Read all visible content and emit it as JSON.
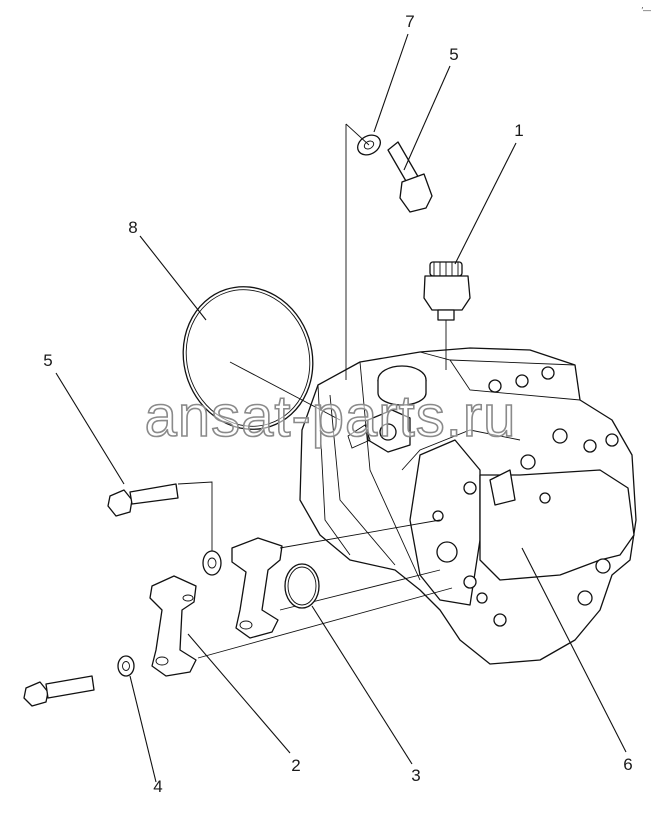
{
  "callouts": [
    {
      "id": "1",
      "label": "1"
    },
    {
      "id": "2",
      "label": "2"
    },
    {
      "id": "3",
      "label": "3"
    },
    {
      "id": "4",
      "label": "4"
    },
    {
      "id": "5a",
      "label": "5"
    },
    {
      "id": "5b",
      "label": "5"
    },
    {
      "id": "6",
      "label": "6"
    },
    {
      "id": "7",
      "label": "7"
    },
    {
      "id": "8",
      "label": "8"
    }
  ],
  "watermark": "ansat-parts.ru",
  "corner_mark": "′—"
}
